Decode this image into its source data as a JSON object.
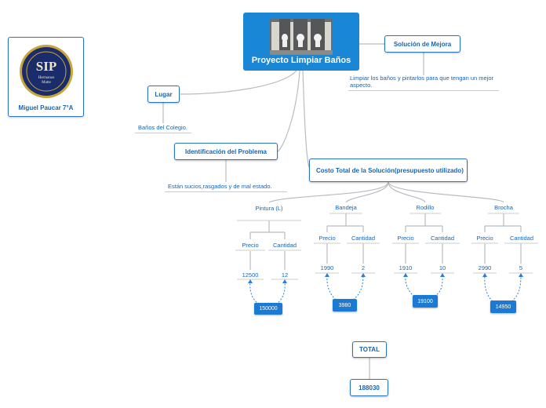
{
  "central": {
    "title": "Proyecto Limpiar Baños",
    "image": "restroom-stalls-photo"
  },
  "school": {
    "seal_initials": "SIP",
    "seal_line1": "Hermanos",
    "seal_line2": "Matte",
    "student": "Miguel Paucar 7°A"
  },
  "topics": {
    "lugar": {
      "label": "Lugar",
      "note": "Baños del Colegio."
    },
    "problema": {
      "label": "Identificación del Problema",
      "note": "Están sucios,rasgados y de mal estado."
    },
    "mejora": {
      "label": "Solución de Mejora",
      "note": "Limpiar los baños y pintarlos para que tengan un mejor aspecto."
    },
    "costo": {
      "label": "Costo Total de la Solución(presupuesto utilizado)"
    }
  },
  "columns": {
    "price": "Precio",
    "qty": "Cantidad"
  },
  "materials": [
    {
      "name": "Pintura (L)",
      "price": "12500",
      "qty": "12",
      "total": "150000"
    },
    {
      "name": "Bandeja",
      "price": "1990",
      "qty": "2",
      "total": "3980"
    },
    {
      "name": "Rodillo",
      "price": "1910",
      "qty": "10",
      "total": "19100"
    },
    {
      "name": "Brocha",
      "price": "2990",
      "qty": "5",
      "total": "14950"
    }
  ],
  "total": {
    "label": "TOTAL",
    "value": "188030"
  },
  "colors": {
    "accent": "#1a86d6",
    "text": "#1565b5",
    "link": "#b8bcc2",
    "arrow": "#2a7fd0"
  }
}
